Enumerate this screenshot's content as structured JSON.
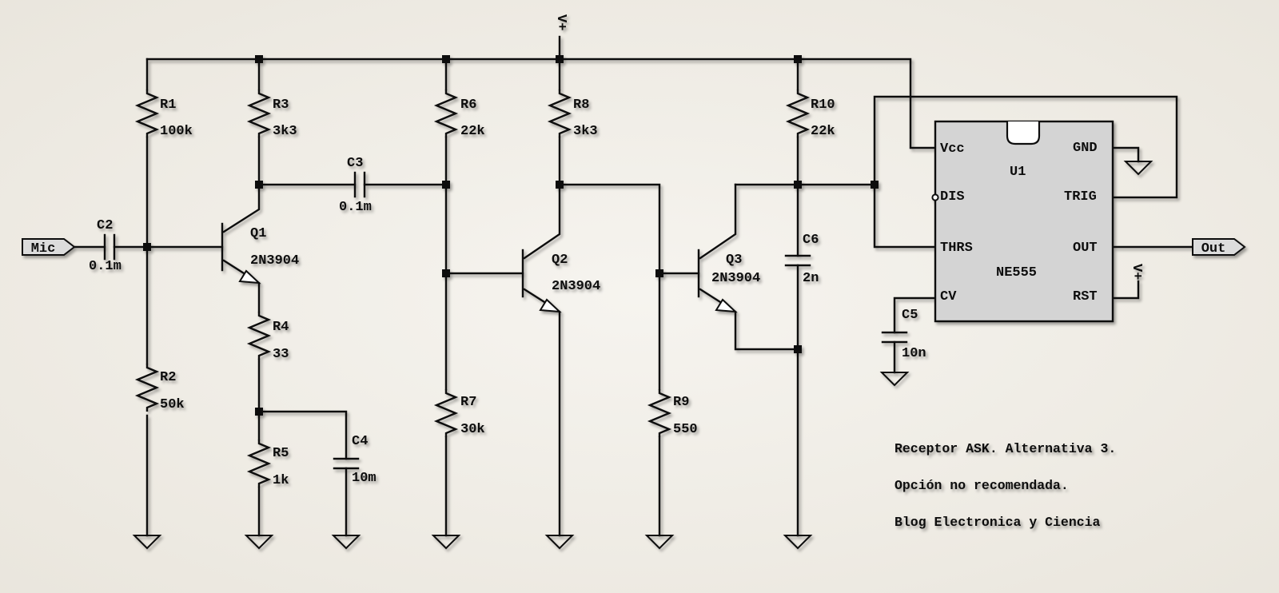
{
  "inputs": {
    "mic_label": "Mic",
    "out_label": "Out",
    "supply_symbol": "V+"
  },
  "resistors": {
    "R1": {
      "ref": "R1",
      "value": "100k"
    },
    "R2": {
      "ref": "R2",
      "value": "50k"
    },
    "R3": {
      "ref": "R3",
      "value": "3k3"
    },
    "R4": {
      "ref": "R4",
      "value": "33"
    },
    "R5": {
      "ref": "R5",
      "value": "1k"
    },
    "R6": {
      "ref": "R6",
      "value": "22k"
    },
    "R7": {
      "ref": "R7",
      "value": "30k"
    },
    "R8": {
      "ref": "R8",
      "value": "3k3"
    },
    "R9": {
      "ref": "R9",
      "value": "550"
    },
    "R10": {
      "ref": "R10",
      "value": "22k"
    }
  },
  "capacitors": {
    "C2": {
      "ref": "C2",
      "value": "0.1m"
    },
    "C3": {
      "ref": "C3",
      "value": "0.1m"
    },
    "C4": {
      "ref": "C4",
      "value": "10m"
    },
    "C5": {
      "ref": "C5",
      "value": "10n"
    },
    "C6": {
      "ref": "C6",
      "value": "2n"
    }
  },
  "transistors": {
    "Q1": {
      "ref": "Q1",
      "model": "2N3904"
    },
    "Q2": {
      "ref": "Q2",
      "model": "2N3904"
    },
    "Q3": {
      "ref": "Q3",
      "model": "2N3904"
    }
  },
  "ic": {
    "ref": "U1",
    "model": "NE555",
    "pins": {
      "vcc": "Vcc",
      "gnd": "GND",
      "dis": "DIS",
      "trig": "TRIG",
      "thrs": "THRS",
      "out": "OUT",
      "cv": "CV",
      "rst": "RST"
    }
  },
  "notes": {
    "line1": "Receptor ASK. Alternativa 3.",
    "line2": "Opción no recomendada.",
    "line3": "Blog Electronica y Ciencia"
  }
}
